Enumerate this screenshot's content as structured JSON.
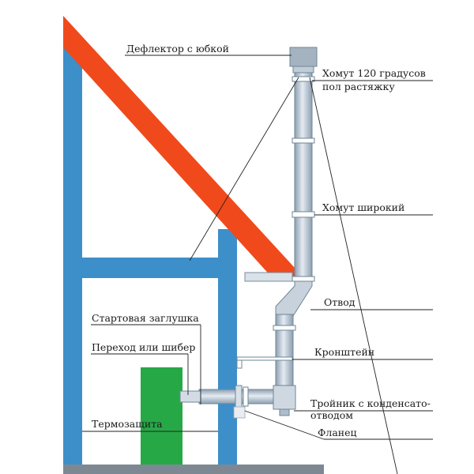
{
  "labels": {
    "deflector": "Дефлектор с юбкой",
    "clamp120_line1": "Хомут 120 градусов",
    "clamp120_line2": "пол растяжку",
    "clamp_wide": "Хомут широкий",
    "elbow": "Отвод",
    "start_plug": "Стартовая заглушка",
    "adapter": "Переход или шибер",
    "bracket": "Кронштейн",
    "tee_line1": "Тройник с конденсато-",
    "tee_line2": "отводом",
    "heat_shield": "Термозащита",
    "flange": "Фланец"
  },
  "colors": {
    "wall": "#3d8fc9",
    "roof": "#f04a1c",
    "stove": "#27a847",
    "floor": "#7d8893",
    "pipe_fill": "#c3ceda"
  }
}
